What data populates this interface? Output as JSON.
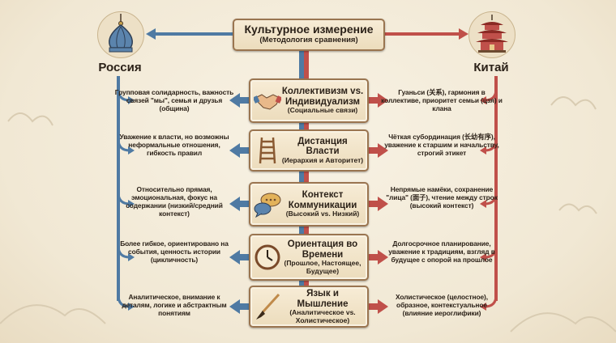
{
  "header": {
    "title": "Культурное измерение",
    "subtitle": "(Методология сравнения)"
  },
  "countries": {
    "left": "Россия",
    "right": "Китай"
  },
  "colors": {
    "russia": "#4f7aa3",
    "china": "#c0504a",
    "box_border": "#9a7550"
  },
  "dimensions": [
    {
      "title": "Коллективизм vs. Индивидуализм",
      "subtitle": "(Социальные связи)",
      "icon": "handshake-icon",
      "russia": "Групповая солидарность, важность связей \"мы\", семья и друзья (община)",
      "china": "Гуаньси (关系), гармония в коллективе, приоритет семьи (цзя) и клана"
    },
    {
      "title": "Дистанция Власти",
      "subtitle": "(Иерархия и Авторитет)",
      "icon": "ladder-icon",
      "russia": "Уважение к власти, но возможны неформальные отношения, гибкость правил",
      "china": "Чёткая субординация (长幼有序), уважение к старшим и начальству, строгий этикет"
    },
    {
      "title": "Контекст Коммуникации",
      "subtitle": "(Высокий vs. Низкий)",
      "icon": "speech-bubbles-icon",
      "russia": "Относительно прямая, эмоциональная, фокус на содержании (низкий/средний контекст)",
      "china": "Непрямые намёки, сохранение \"лица\" (面子), чтение между строк (высокий контекст)"
    },
    {
      "title": "Ориентация во Времени",
      "subtitle": "(Прошлое, Настоящее, Будущее)",
      "icon": "clock-icon",
      "russia": "Более гибкое, ориентировано на события, ценность истории (цикличность)",
      "china": "Долгосрочное планирование, уважение к традициям, взгляд в будущее с опорой на прошлое"
    },
    {
      "title": "Язык и Мышление",
      "subtitle": "(Аналитическое vs. Холистическое)",
      "icon": "brush-icon",
      "russia": "Аналитическое, внимание к деталям, логике и абстрактным понятиям",
      "china": "Холистическое (целостное), образное, контекстуальное (влияние иероглифики)"
    }
  ]
}
